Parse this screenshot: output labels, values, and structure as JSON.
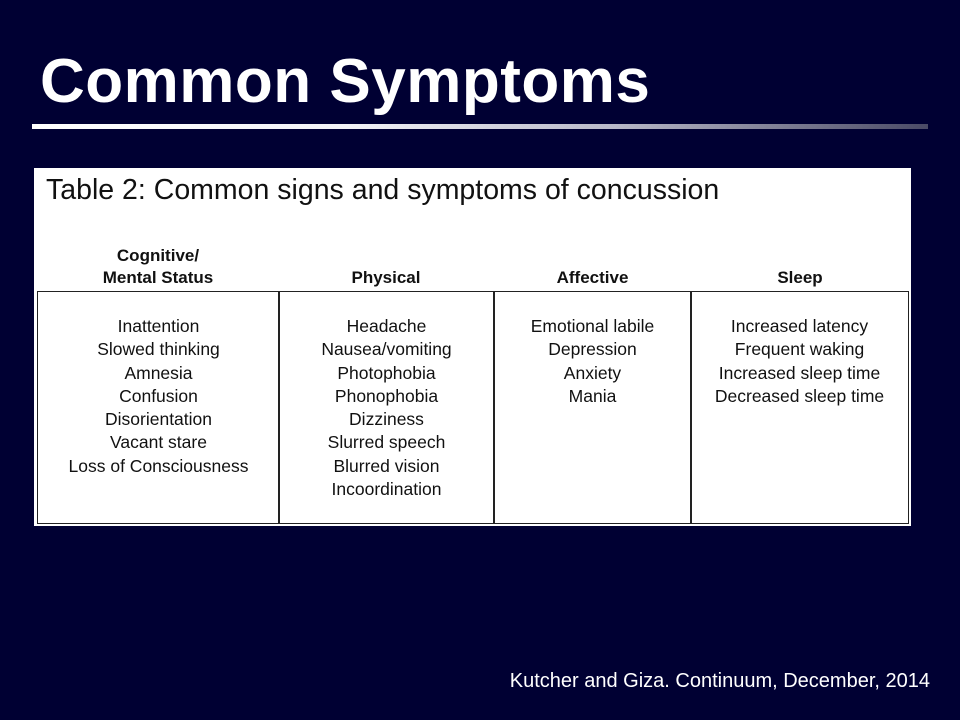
{
  "slide": {
    "title": "Common Symptoms",
    "citation": "Kutcher and Giza. Continuum, December, 2014"
  },
  "table": {
    "caption": "Table 2: Common signs and symptoms of concussion",
    "columns": [
      {
        "header_lines": [
          "Cognitive/",
          "Mental Status"
        ],
        "items": [
          "Inattention",
          "Slowed thinking",
          "Amnesia",
          "Confusion",
          "Disorientation",
          "Vacant stare",
          "Loss of Consciousness"
        ]
      },
      {
        "header_lines": [
          "Physical"
        ],
        "items": [
          "Headache",
          "Nausea/vomiting",
          "Photophobia",
          "Phonophobia",
          "Dizziness",
          "Slurred speech",
          "Blurred vision",
          "Incoordination"
        ]
      },
      {
        "header_lines": [
          "Affective"
        ],
        "items": [
          "Emotional labile",
          "Depression",
          "Anxiety",
          "Mania"
        ]
      },
      {
        "header_lines": [
          "Sleep"
        ],
        "items": [
          "Increased latency",
          "Frequent waking",
          "Increased sleep time",
          "Decreased sleep time"
        ]
      }
    ]
  },
  "colors": {
    "background": "#000033",
    "title_text": "#ffffff",
    "panel": "#ffffff",
    "table_text": "#111111"
  }
}
